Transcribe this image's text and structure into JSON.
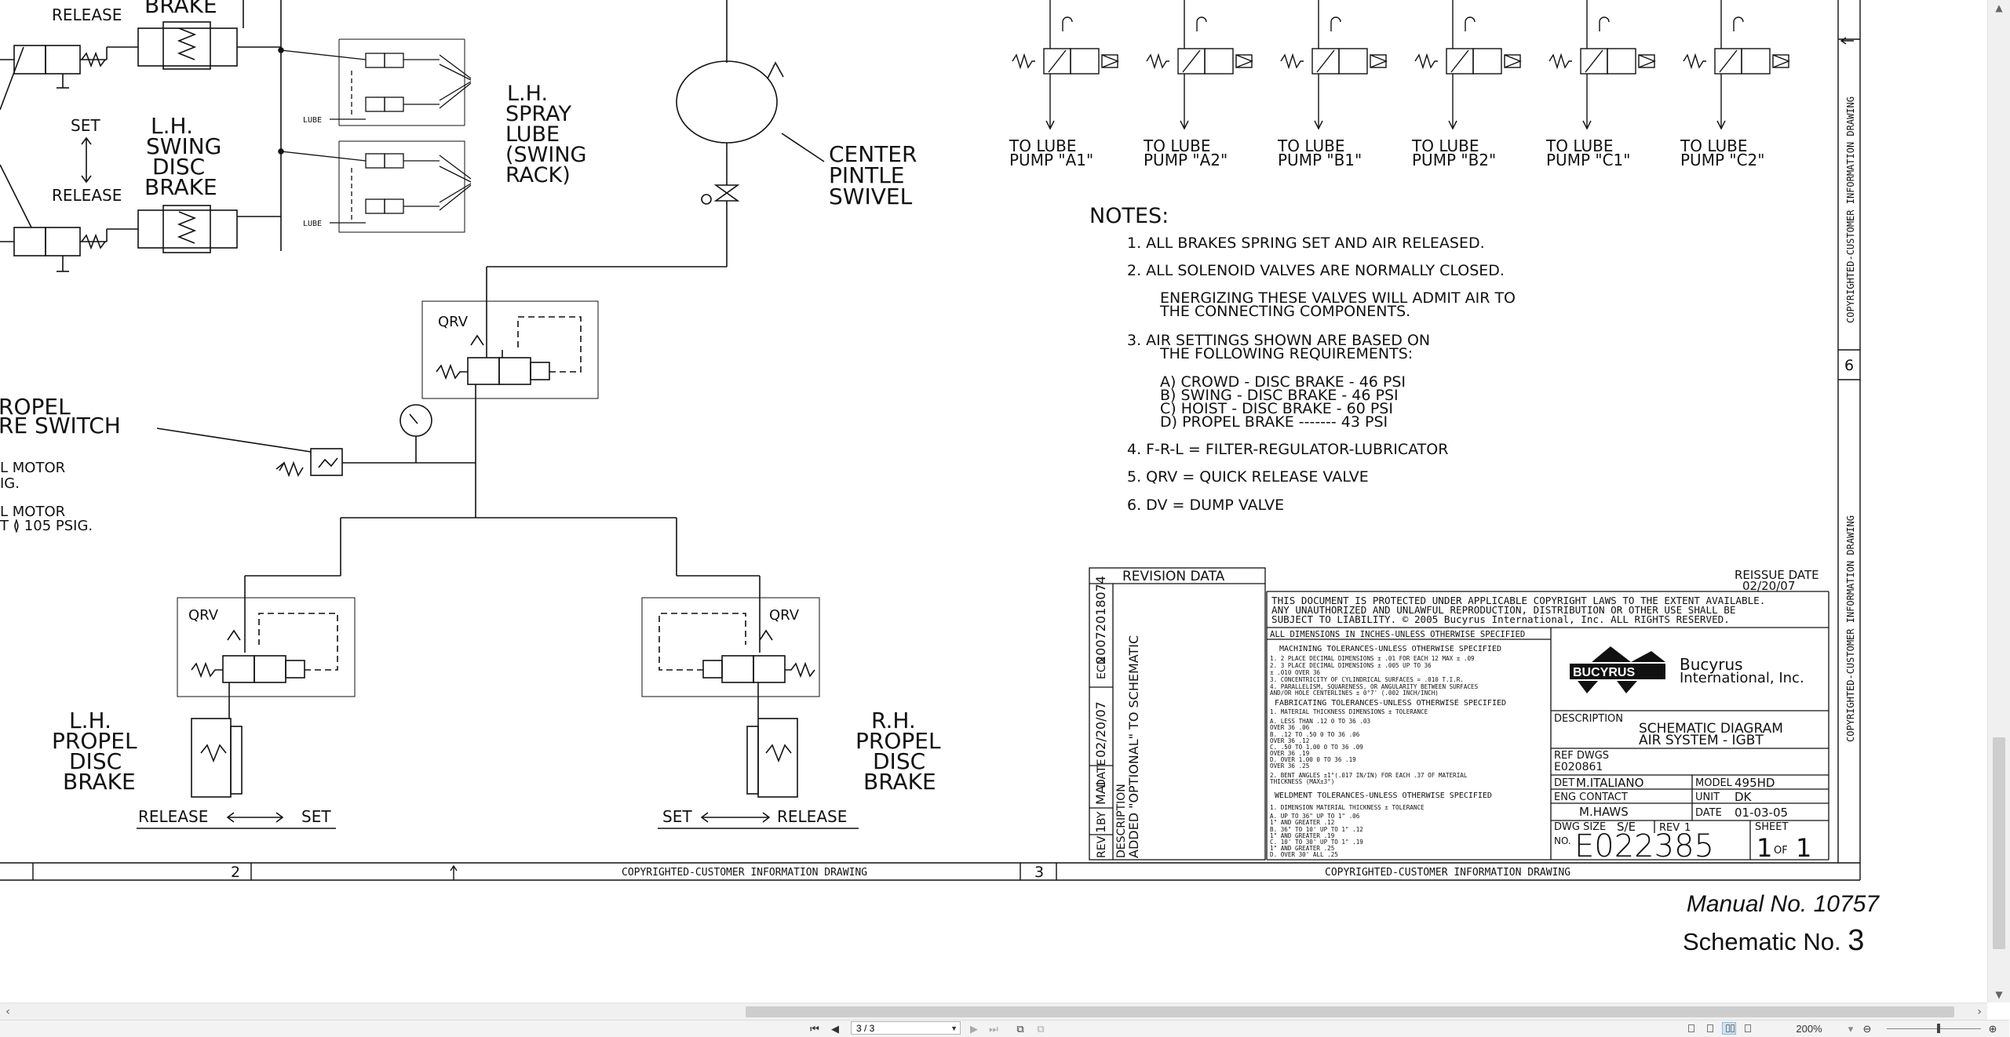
{
  "drawing": {
    "left_labels": {
      "release_top": "RELEASE",
      "brake_top": "BRAKE",
      "set": "SET",
      "release_mid": "RELEASE",
      "lh_swing_disc_brake": [
        "L.H.",
        "SWING",
        "DISC",
        "BRAKE"
      ],
      "lube1": "LUBE",
      "lube2": "LUBE",
      "lh_spray_lube": [
        "L.H.",
        "SPRAY",
        "LUBE",
        "(SWING",
        "RACK)"
      ],
      "center_pintle_swivel": [
        "CENTER",
        "PINTLE",
        "SWIVEL"
      ],
      "qrv_top": "QRV",
      "propel_pressure_switch": [
        "ROPEL",
        "RE SWITCH"
      ],
      "motor_note_1": [
        "L MOTOR",
        "IG."
      ],
      "motor_note_2": [
        "L MOTOR",
        "T ≬ 105 PSIG."
      ],
      "qrv_left": "QRV",
      "qrv_right": "QRV",
      "lh_propel_disc_brake": [
        "L.H.",
        "PROPEL",
        "DISC",
        "BRAKE"
      ],
      "rh_propel_disc_brake": [
        "R.H.",
        "PROPEL",
        "DISC",
        "BRAKE"
      ],
      "release_left": "RELEASE",
      "set_left": "SET",
      "set_right": "SET",
      "release_right": "RELEASE"
    },
    "lube_pumps": [
      {
        "line1": "TO LUBE",
        "line2": "PUMP \"A1\""
      },
      {
        "line1": "TO LUBE",
        "line2": "PUMP \"A2\""
      },
      {
        "line1": "TO LUBE",
        "line2": "PUMP \"B1\""
      },
      {
        "line1": "TO LUBE",
        "line2": "PUMP \"B2\""
      },
      {
        "line1": "TO LUBE",
        "line2": "PUMP \"C1\""
      },
      {
        "line1": "TO LUBE",
        "line2": "PUMP \"C2\""
      }
    ],
    "notes": {
      "title": "NOTES:",
      "n1": "1. ALL BRAKES SPRING SET AND AIR RELEASED.",
      "n2": "2. ALL SOLENOID VALVES ARE NORMALLY CLOSED.",
      "n2a": "ENERGIZING THESE VALVES WILL ADMIT AIR TO",
      "n2b": "THE CONNECTING COMPONENTS.",
      "n3": "3. AIR SETTINGS SHOWN ARE BASED ON",
      "n3b": "THE FOLLOWING REQUIREMENTS:",
      "n3_a": "A) CROWD - DISC BRAKE - 46 PSI",
      "n3_b": "B) SWING - DISC BRAKE - 46 PSI",
      "n3_c": "C) HOIST - DISC BRAKE - 60 PSI",
      "n3_d": "D) PROPEL BRAKE ------- 43 PSI",
      "n4": "4. F-R-L = FILTER-REGULATOR-LUBRICATOR",
      "n5": "5. QRV = QUICK RELEASE VALVE",
      "n6": "6. DV = DUMP VALVE"
    },
    "revision": {
      "header": "REVISION DATA",
      "ecn_label": "ECN",
      "ecn": "20072018074",
      "date_label": "DATE",
      "date": "02/20/07",
      "by_label": "BY",
      "by": "MAI",
      "rev_label": "REV",
      "rev": "1",
      "desc_label": "DESCRIPTION",
      "desc": "ADDED \"OPTIONAL\" TO SCHEMATIC"
    },
    "title_block": {
      "reissue_label": "REISSUE DATE",
      "reissue_date": "02/20/07",
      "copyright_1": "THIS DOCUMENT IS PROTECTED UNDER APPLICABLE COPYRIGHT LAWS TO THE EXTENT AVAILABLE.",
      "copyright_2": "ANY UNAUTHORIZED AND UNLAWFUL REPRODUCTION, DISTRIBUTION OR OTHER USE SHALL BE",
      "copyright_3": "SUBJECT TO LIABILITY. © 2005 Bucyrus International, Inc. ALL RIGHTS RESERVED.",
      "dims_note": "ALL DIMENSIONS IN INCHES-UNLESS OTHERWISE SPECIFIED",
      "machining_header": "MACHINING TOLERANCES-UNLESS OTHERWISE SPECIFIED",
      "machining_lines": [
        "1. 2 PLACE DECIMAL DIMENSIONS ± .01 FOR EACH 12 MAX ± .09",
        "2. 3 PLACE DECIMAL DIMENSIONS ± .005 UP TO 36",
        "                               ± .010 OVER 36",
        "3. CONCENTRICITY OF CYLINDRICAL SURFACES = .010 T.I.R.",
        "4. PARALLELISM, SQUARENESS, OR ANGULARITY BETWEEN SURFACES",
        "   AND/OR HOLE CENTERLINES ± 0°7' (.002 INCH/INCH)"
      ],
      "fabricating_header": "FABRICATING TOLERANCES-UNLESS OTHERWISE SPECIFIED",
      "fabricating_lines": [
        "1. MATERIAL THICKNESS       DIMENSIONS      ± TOLERANCE",
        "   A. LESS THAN .12          0 TO 36           .03",
        "                             OVER 36           .06",
        "   B. .12 TO .50             0 TO 36           .06",
        "                             OVER 36           .12",
        "   C. .50 TO 1.00            0 TO 36           .09",
        "                             OVER 36           .19",
        "   D. OVER 1.00              0 TO 36           .19",
        "                             OVER 36           .25",
        "2. BENT ANGLES ±1°(.017 IN/IN) FOR EACH .37 OF MATERIAL",
        "   THICKNESS (MAX±3°)"
      ],
      "weldment_header": "WELDMENT TOLERANCES-UNLESS OTHERWISE SPECIFIED",
      "weldment_lines": [
        "1. DIMENSION        MATERIAL THICKNESS    ± TOLERANCE",
        "   A. UP TO 36\"        UP TO 1\"              .06",
        "                       1\" AND GREATER        .12",
        "   B. 36\" TO 10'       UP TO 1\"              .12",
        "                       1\" AND GREATER        .19",
        "   C. 10' TO 30'       UP TO 1\"              .19",
        "                       1\" AND GREATER        .25",
        "   D. OVER 30'         ALL                   .25"
      ],
      "company_logo": "BUCYRUS",
      "company_1": "Bucyrus",
      "company_2": "International, Inc.",
      "description_label": "DESCRIPTION",
      "description_1": "SCHEMATIC DIAGRAM",
      "description_2": "AIR SYSTEM - IGBT",
      "ref_dwgs_label": "REF DWGS",
      "ref_dwgs": "E020861",
      "det_label": "DET",
      "det": "M.ITALIANO",
      "model_label": "MODEL",
      "model": "495HD",
      "eng_label": "ENG CONTACT",
      "eng": "M.HAWS",
      "unit_label": "UNIT",
      "unit": "DK",
      "date_label": "DATE",
      "date": "01-03-05",
      "dwg_size_label": "DWG SIZE",
      "dwg_size": "S/E",
      "rev_label": "REV",
      "rev": "1",
      "sheet_label": "SHEET",
      "no_label": "NO.",
      "number": "E022385",
      "sheet": "1",
      "of": "OF",
      "sheet_total": "1"
    },
    "border": {
      "zone_2": "2",
      "zone_3": "3",
      "zone_6": "6",
      "copyright_bottom_1": "COPYRIGHTED-CUSTOMER INFORMATION DRAWING",
      "copyright_bottom_2": "COPYRIGHTED-CUSTOMER INFORMATION DRAWING",
      "copyright_side_1": "COPYRIGHTED-CUSTOMER INFORMATION DRAWING",
      "copyright_side_2": "COPYRIGHTED-CUSTOMER INFORMATION DRAWING"
    },
    "manual_no": "Manual No. 10757",
    "schematic_prefix": "Schematic No.",
    "schematic_no": "3"
  },
  "viewer": {
    "page_field": "3 / 3",
    "zoom": "200%",
    "colors": {
      "toolbar_bg": "#f3f3f3",
      "scroll_thumb": "#cdcdcd",
      "active_view": "#cfe4f7"
    }
  }
}
